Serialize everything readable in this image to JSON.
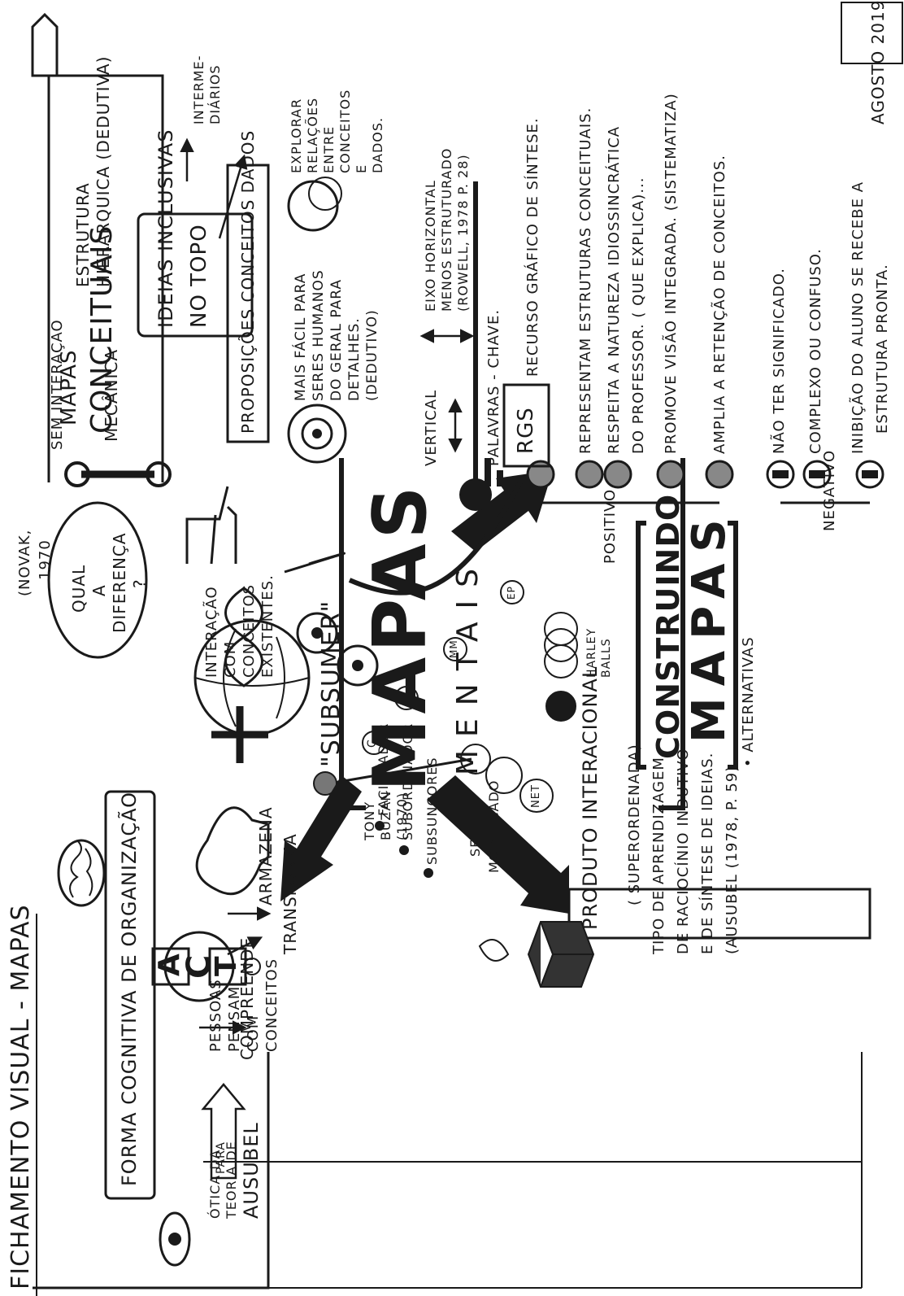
{
  "header": {
    "title": "FICHAMENTO VISUAL - MAPAS",
    "date": "AGOSTO 2019"
  },
  "left": {
    "forma_cognitiva": "FORMA COGNITIVA DE ORGANIZAÇÃO",
    "cta_letters": [
      "C",
      "T",
      "A"
    ],
    "compreende": "COMPREENDE",
    "transforma": "TRANSFORMA",
    "armazena": "ARMAZENA",
    "otica": [
      "ÓTICA DA",
      "TEORIA DE",
      "AUSUBEL"
    ],
    "para_ele": [
      "PARA",
      "E",
      "L",
      "E"
    ],
    "pessoas": [
      "PESSOAS",
      "PENSAM",
      "COM",
      "CONCEITOS"
    ],
    "interacao": [
      "INTERAÇÃO",
      "COM",
      "CONCEITOS",
      "EXISTENTES."
    ],
    "sem_interacao": "SEM INTERAÇÃO",
    "mecanica": "MECÂNICA",
    "subsumer": "\"SUBSUMER\"",
    "subsumer_items": [
      "FACILITADOR",
      "SUBORDINADOR",
      "SUBSUNÇORES"
    ],
    "se_modificado": [
      "SE",
      "MODIFICADO",
      "..."
    ],
    "produto": "PRODUTO INTERACIONAL",
    "superordenada": [
      "( SUPERORDENADA)",
      "TIPO DE APRENDIZAGEM",
      "DE RACIOCÍNIO INDUTIVO",
      "E DE SÍNTESE DE IDEIAS.",
      "(AUSUBEL (1978, P. 59)"
    ]
  },
  "center": {
    "mapas": "MAPAS",
    "mentais": "MENTAIS",
    "tony_buzan": [
      "TONY",
      "BUZAN",
      "(1970)"
    ],
    "markers": [
      "C",
      "L",
      "MM",
      "EP",
      "NET"
    ],
    "harley_balls": [
      "HARLEY",
      "BALLS"
    ],
    "construindo": "CONSTRUINDO",
    "construindo_mapas": "MAPAS",
    "alternativas": "• ALTERNATIVAS"
  },
  "right": {
    "novak": [
      "(NOVAK,",
      "1970"
    ],
    "qual_diferenca": [
      "QUAL",
      "A",
      "DIFERENÇA",
      "?"
    ],
    "mapas_conceituais": [
      "MAPAS",
      "CONCEITUAIS"
    ],
    "estrutura": [
      "ESTRUTURA",
      "HIERÁRQUICA (DEDUTIVA)"
    ],
    "ideias_inclusivas": [
      "IDEIAS INCLUSIVAS",
      "NO TOPO"
    ],
    "proposicoes": "PROPOSIÇÕES CONCEITOS DADOS",
    "intermediarios": [
      "INTERME-",
      "DIÁRIOS"
    ],
    "explorar": [
      "EXPLORAR",
      "RELAÇÕES",
      "ENTRE",
      "CONCEITOS",
      "E",
      "DADOS."
    ],
    "mais_facil": [
      "MAIS FÁCIL PARA",
      "SERES HUMANOS",
      "DO GERAL PARA",
      "DETALHES.",
      "(DEDUTIVO)"
    ],
    "vertical": "VERTICAL",
    "eixo_horizontal": [
      "EIXO HORIZONTAL",
      "MENOS ESTRUTURADO",
      "(ROWELL, 1978 P. 28)"
    ],
    "palavras_chave": "PALAVRAS - CHAVE.",
    "rgs": "RGS",
    "positivo_items": [
      "RECURSO GRÁFICO DE SÍNTESE.",
      "REPRESENTAM ESTRUTURAS CONCEITUAIS.",
      "RESPEITA A NATUREZA IDIOSSINCRÁTICA",
      "DO PROFESSOR. ( QUE EXPLICA)...",
      "PROMOVE VISÃO INTEGRADA. (SISTEMATIZA)",
      "AMPLIA A RETENÇÃO DE CONCEITOS."
    ],
    "positivo_label": "POSITIVO",
    "negativo_items": [
      "NÃO TER SIGNIFICADO.",
      "COMPLEXO OU CONFUSO.",
      "INIBIÇÃO DO ALUNO SE RECEBE A",
      "ESTRUTURA PRONTA."
    ],
    "negativo_label": "NEGATIVO"
  }
}
